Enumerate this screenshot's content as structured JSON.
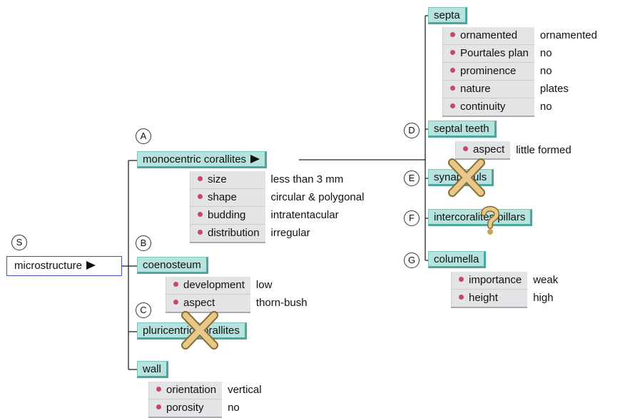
{
  "root": {
    "label": "microstructure",
    "marker": "S"
  },
  "nodes": {
    "monocentric": {
      "label": "monocentric corallites",
      "marker": "A",
      "attributes": [
        {
          "name": "size",
          "value": "less than 3 mm"
        },
        {
          "name": "shape",
          "value": "circular & polygonal"
        },
        {
          "name": "budding",
          "value": "intratentacular"
        },
        {
          "name": "distribution",
          "value": "irregular"
        }
      ]
    },
    "coenosteum": {
      "label": "coenosteum",
      "marker": "B",
      "attributes": [
        {
          "name": "development",
          "value": "low"
        },
        {
          "name": "aspect",
          "value": "thorn-bush"
        }
      ]
    },
    "pluricentric": {
      "label": "pluricentric corallites",
      "marker": "C",
      "status": "excluded"
    },
    "wall": {
      "label": "wall",
      "attributes": [
        {
          "name": "orientation",
          "value": "vertical"
        },
        {
          "name": "porosity",
          "value": "no"
        }
      ]
    },
    "septa": {
      "label": "septa",
      "attributes": [
        {
          "name": "ornamented",
          "value": "ornamented"
        },
        {
          "name": "Pourtales plan",
          "value": "no"
        },
        {
          "name": "prominence",
          "value": "no"
        },
        {
          "name": "nature",
          "value": "plates"
        },
        {
          "name": "continuity",
          "value": "no"
        }
      ]
    },
    "septal_teeth": {
      "label": "septal teeth",
      "marker": "D",
      "attributes": [
        {
          "name": "aspect",
          "value": "little formed"
        }
      ]
    },
    "synapticuls": {
      "label": "synapticuls",
      "marker": "E",
      "status": "excluded"
    },
    "intercoral_pillars": {
      "label": "intercoralites pillars",
      "marker": "F",
      "status": "unknown"
    },
    "columella": {
      "label": "columella",
      "marker": "G",
      "attributes": [
        {
          "name": "importance",
          "value": "weak"
        },
        {
          "name": "height",
          "value": "high"
        }
      ]
    }
  },
  "icons": {
    "excluded": "cross-icon",
    "unknown": "question-mark-icon",
    "expand": "triangle-right-icon",
    "bullet": "pink-dot-icon"
  },
  "colors": {
    "node_fill": "#b6e3de",
    "node_shadow": "#4aa79d",
    "root_border": "#3b55c8",
    "bullet": "#c9456f",
    "attr_fill": "#e3e4e6"
  }
}
